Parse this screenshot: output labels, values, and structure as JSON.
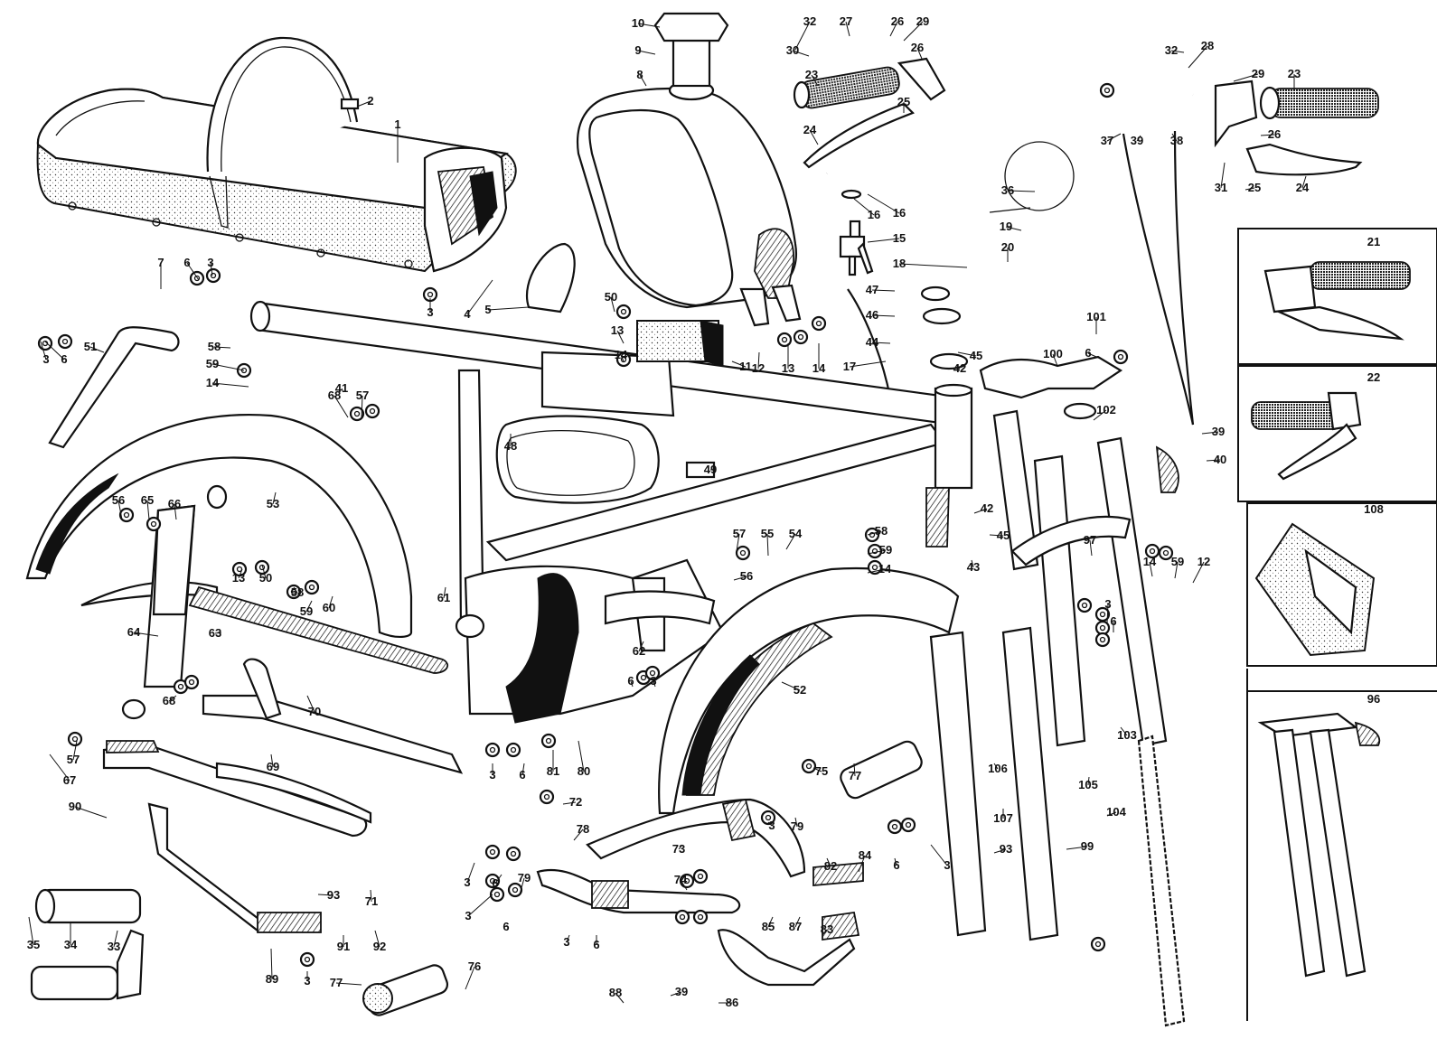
{
  "diagram": {
    "title": "Exploded parts diagram - motorcycle frame, fuel tank, seat, mudguards, handlebar controls and front fork",
    "background_color": "#ffffff",
    "ink_color": "#111111"
  },
  "parts": {
    "seat": {
      "label": "1",
      "name": "dual seat"
    },
    "seat_strap": {
      "label": "2",
      "name": "seat strap"
    },
    "nut_a": {
      "label": "3",
      "name": "nut"
    },
    "seat_bolt": {
      "label": "4",
      "name": "seat mounting bolt"
    },
    "tank_strap": {
      "label": "5",
      "name": "tank clip"
    },
    "washer_a": {
      "label": "6",
      "name": "washer"
    },
    "stud": {
      "label": "7",
      "name": "stud"
    },
    "fuel_tank": {
      "label": "8",
      "name": "fuel tank"
    },
    "filler_cap": {
      "label": "9",
      "name": "filler cap"
    },
    "filler_neck": {
      "label": "10",
      "name": "filler neck"
    },
    "rubber_block": {
      "label": "11",
      "name": "rubber pad"
    },
    "bolt_a": {
      "label": "12",
      "name": "bolt"
    },
    "washer_b": {
      "label": "13",
      "name": "washer"
    },
    "nut_b": {
      "label": "14",
      "name": "nut"
    },
    "fuel_tap": {
      "label": "15",
      "name": "fuel tap"
    },
    "tap_washer": {
      "label": "16",
      "name": "fibre washer"
    },
    "fuel_pipe": {
      "label": "17",
      "name": "fuel pipe"
    },
    "handlebar": {
      "label": "18",
      "name": "handlebar"
    },
    "wing_bolt": {
      "label": "19",
      "name": "wing bolt"
    },
    "bar_clamp": {
      "label": "20",
      "name": "handlebar clamp"
    },
    "inset_21": {
      "label": "21",
      "name": "left control assembly"
    },
    "inset_22": {
      "label": "22",
      "name": "right control assembly"
    },
    "grip": {
      "label": "23",
      "name": "handlebar grip"
    },
    "lever": {
      "label": "24",
      "name": "control lever"
    },
    "lever_pivot": {
      "label": "25",
      "name": "lever pivot"
    },
    "adjuster": {
      "label": "26",
      "name": "cable adjuster"
    },
    "screw_27": {
      "label": "27",
      "name": "screw"
    },
    "screw_28": {
      "label": "28",
      "name": "screw"
    },
    "washer_29": {
      "label": "29",
      "name": "washer"
    },
    "nut_30": {
      "label": "30",
      "name": "nut"
    },
    "lever_bracket": {
      "label": "31",
      "name": "lever bracket"
    },
    "cable_adjuster": {
      "label": "32",
      "name": "cable adjuster"
    },
    "footrest_arm": {
      "label": "33",
      "name": "pillion footrest arm"
    },
    "footrest_rubber": {
      "label": "34",
      "name": "footrest rubber"
    },
    "footrest_screw": {
      "label": "35",
      "name": "screw and washer"
    },
    "cable_36": {
      "label": "36",
      "name": "cable"
    },
    "cable_37": {
      "label": "37",
      "name": "cable"
    },
    "cable_38": {
      "label": "38",
      "name": "cable"
    },
    "cable_end": {
      "label": "39",
      "name": "cable end"
    },
    "nipple_40": {
      "label": "40",
      "name": "nipple"
    },
    "frame": {
      "label": "41",
      "name": "frame"
    },
    "bearing_cup": {
      "label": "42",
      "name": "bearing cup"
    },
    "dust_cover": {
      "label": "43",
      "name": "dust cover"
    },
    "cone_44": {
      "label": "44",
      "name": "cone"
    },
    "ball_45": {
      "label": "45",
      "name": "ball bearing"
    },
    "washer_46": {
      "label": "46",
      "name": "washer"
    },
    "nut_47": {
      "label": "47",
      "name": "steering nut"
    },
    "toolbox": {
      "label": "48",
      "name": "toolbox"
    },
    "toolbox_knob": {
      "label": "49",
      "name": "toolbox knob"
    },
    "bolt_50": {
      "label": "50",
      "name": "bolt"
    },
    "stay_51": {
      "label": "51",
      "name": "mudguard stay"
    },
    "front_mudguard": {
      "label": "52",
      "name": "front mudguard"
    },
    "rear_mudguard": {
      "label": "53",
      "name": "rear mudguard"
    },
    "bracket_54": {
      "label": "54",
      "name": "bracket"
    },
    "clip_55": {
      "label": "55",
      "name": "clip"
    },
    "bolt_56": {
      "label": "56",
      "name": "bolt"
    },
    "washer_57": {
      "label": "57",
      "name": "washer"
    },
    "screw_58": {
      "label": "58",
      "name": "screw"
    },
    "lockwasher_59": {
      "label": "59",
      "name": "lock washer"
    },
    "washer_60": {
      "label": "60",
      "name": "washer"
    },
    "nut_61": {
      "label": "61",
      "name": "nut"
    },
    "plate_62": {
      "label": "62",
      "name": "plate"
    },
    "chain_guard": {
      "label": "63",
      "name": "chain guard"
    },
    "shock": {
      "label": "64",
      "name": "rear suspension unit"
    },
    "bush_65": {
      "label": "65",
      "name": "bush"
    },
    "bush_66": {
      "label": "66",
      "name": "rubber bush"
    },
    "bolt_67": {
      "label": "67",
      "name": "pivot bolt"
    },
    "nut_68": {
      "label": "68",
      "name": "nut"
    },
    "swing_arm": {
      "label": "69",
      "name": "swinging arm"
    },
    "bush_70": {
      "label": "70",
      "name": "bush"
    },
    "spindle_71": {
      "label": "71",
      "name": "spindle"
    },
    "nut_72": {
      "label": "72",
      "name": "nut"
    },
    "stand": {
      "label": "73",
      "name": "centre stand"
    },
    "brake_pedal": {
      "label": "74",
      "name": "brake pedal"
    },
    "footrest_bar": {
      "label": "75",
      "name": "footrest bar"
    },
    "link_76": {
      "label": "76",
      "name": "link"
    },
    "footrest_77": {
      "label": "77",
      "name": "footrest rubber"
    },
    "bolt_78": {
      "label": "78",
      "name": "bolt"
    },
    "bolt_79": {
      "label": "79",
      "name": "bolt"
    },
    "stud_80": {
      "label": "80",
      "name": "stud"
    },
    "spacer_81": {
      "label": "81",
      "name": "spacer"
    },
    "stud_82": {
      "label": "82",
      "name": "stud"
    },
    "pedal_83": {
      "label": "83",
      "name": "pedal"
    },
    "rubber_84": {
      "label": "84",
      "name": "pedal rubber"
    },
    "block_85": {
      "label": "85",
      "name": "block"
    },
    "pin_86": {
      "label": "86",
      "name": "pin"
    },
    "spring_87": {
      "label": "87",
      "name": "spring"
    },
    "rod_88": {
      "label": "88",
      "name": "brake rod"
    },
    "kick_lever": {
      "label": "89",
      "name": "lever"
    },
    "bush_90": {
      "label": "90",
      "name": "bush"
    },
    "spring_91": {
      "label": "91",
      "name": "spring"
    },
    "pin_92": {
      "label": "92",
      "name": "pin"
    },
    "bolt_93": {
      "label": "93",
      "name": "bolt"
    },
    "fork_leg_l": {
      "label": "93",
      "name": "fork leg left"
    },
    "inset_96": {
      "label": "96",
      "name": "front fork assembly"
    },
    "fork_crown": {
      "label": "97",
      "name": "fork crown"
    },
    "fork_leg_r": {
      "label": "99",
      "name": "fork leg right"
    },
    "top_bracket": {
      "label": "100",
      "name": "top bracket"
    },
    "lock_101": {
      "label": "101",
      "name": "steering lock"
    },
    "seal_102": {
      "label": "102",
      "name": "seal"
    },
    "damper_103": {
      "label": "103",
      "name": "damper rod"
    },
    "fork_spring": {
      "label": "104",
      "name": "fork spring"
    },
    "clamp_105": {
      "label": "105",
      "name": "clamp"
    },
    "pin_106": {
      "label": "106",
      "name": "pin"
    },
    "circlip_107": {
      "label": "107",
      "name": "circlip"
    },
    "toolkit_108": {
      "label": "108",
      "name": "tool kit"
    }
  },
  "callouts": [
    {
      "text": "1"
    },
    {
      "text": "2"
    },
    {
      "text": "3"
    },
    {
      "text": "4"
    },
    {
      "text": "5"
    },
    {
      "text": "6"
    },
    {
      "text": "7"
    },
    {
      "text": "3"
    },
    {
      "text": "6"
    },
    {
      "text": "3"
    },
    {
      "text": "8"
    },
    {
      "text": "9"
    },
    {
      "text": "10"
    },
    {
      "text": "11"
    },
    {
      "text": "12"
    },
    {
      "text": "13"
    },
    {
      "text": "14"
    },
    {
      "text": "50"
    },
    {
      "text": "13"
    },
    {
      "text": "14"
    },
    {
      "text": "32"
    },
    {
      "text": "27"
    },
    {
      "text": "26"
    },
    {
      "text": "29"
    },
    {
      "text": "30"
    },
    {
      "text": "26"
    },
    {
      "text": "23"
    },
    {
      "text": "25"
    },
    {
      "text": "24"
    },
    {
      "text": "16"
    },
    {
      "text": "15"
    },
    {
      "text": "18"
    },
    {
      "text": "17"
    },
    {
      "text": "36"
    },
    {
      "text": "19"
    },
    {
      "text": "20"
    },
    {
      "text": "47"
    },
    {
      "text": "46"
    },
    {
      "text": "44"
    },
    {
      "text": "45"
    },
    {
      "text": "42"
    },
    {
      "text": "100"
    },
    {
      "text": "101"
    },
    {
      "text": "6"
    },
    {
      "text": "37"
    },
    {
      "text": "39"
    },
    {
      "text": "38"
    },
    {
      "text": "32"
    },
    {
      "text": "28"
    },
    {
      "text": "29"
    },
    {
      "text": "23"
    },
    {
      "text": "26"
    },
    {
      "text": "31"
    },
    {
      "text": "25"
    },
    {
      "text": "24"
    },
    {
      "text": "21"
    },
    {
      "text": "22"
    },
    {
      "text": "39"
    },
    {
      "text": "40"
    },
    {
      "text": "108"
    },
    {
      "text": "96"
    },
    {
      "text": "51"
    },
    {
      "text": "58"
    },
    {
      "text": "59"
    },
    {
      "text": "14"
    },
    {
      "text": "68"
    },
    {
      "text": "57"
    },
    {
      "text": "41"
    },
    {
      "text": "48"
    },
    {
      "text": "49"
    },
    {
      "text": "53"
    },
    {
      "text": "56"
    },
    {
      "text": "65"
    },
    {
      "text": "66"
    },
    {
      "text": "13"
    },
    {
      "text": "50"
    },
    {
      "text": "58"
    },
    {
      "text": "59"
    },
    {
      "text": "60"
    },
    {
      "text": "61"
    },
    {
      "text": "63"
    },
    {
      "text": "64"
    },
    {
      "text": "68"
    },
    {
      "text": "70"
    },
    {
      "text": "57"
    },
    {
      "text": "67"
    },
    {
      "text": "69"
    },
    {
      "text": "90"
    },
    {
      "text": "57"
    },
    {
      "text": "55"
    },
    {
      "text": "56"
    },
    {
      "text": "54"
    },
    {
      "text": "58"
    },
    {
      "text": "59"
    },
    {
      "text": "14"
    },
    {
      "text": "62"
    },
    {
      "text": "102"
    },
    {
      "text": "42"
    },
    {
      "text": "45"
    },
    {
      "text": "43"
    },
    {
      "text": "97"
    },
    {
      "text": "14"
    },
    {
      "text": "59"
    },
    {
      "text": "12"
    },
    {
      "text": "3"
    },
    {
      "text": "6"
    },
    {
      "text": "103"
    },
    {
      "text": "52"
    },
    {
      "text": "6"
    },
    {
      "text": "3"
    },
    {
      "text": "3"
    },
    {
      "text": "6"
    },
    {
      "text": "81"
    },
    {
      "text": "80"
    },
    {
      "text": "72"
    },
    {
      "text": "75"
    },
    {
      "text": "77"
    },
    {
      "text": "78"
    },
    {
      "text": "3"
    },
    {
      "text": "79"
    },
    {
      "text": "73"
    },
    {
      "text": "82"
    },
    {
      "text": "84"
    },
    {
      "text": "6"
    },
    {
      "text": "3"
    },
    {
      "text": "106"
    },
    {
      "text": "107"
    },
    {
      "text": "105"
    },
    {
      "text": "104"
    },
    {
      "text": "93"
    },
    {
      "text": "99"
    },
    {
      "text": "71"
    },
    {
      "text": "3"
    },
    {
      "text": "6"
    },
    {
      "text": "79"
    },
    {
      "text": "74"
    },
    {
      "text": "3"
    },
    {
      "text": "6"
    },
    {
      "text": "3"
    },
    {
      "text": "6"
    },
    {
      "text": "85"
    },
    {
      "text": "87"
    },
    {
      "text": "83"
    },
    {
      "text": "76"
    },
    {
      "text": "88"
    },
    {
      "text": "39"
    },
    {
      "text": "86"
    },
    {
      "text": "93"
    },
    {
      "text": "91"
    },
    {
      "text": "92"
    },
    {
      "text": "89"
    },
    {
      "text": "3"
    },
    {
      "text": "77"
    },
    {
      "text": "35"
    },
    {
      "text": "34"
    },
    {
      "text": "33"
    },
    {
      "text": "16"
    }
  ]
}
